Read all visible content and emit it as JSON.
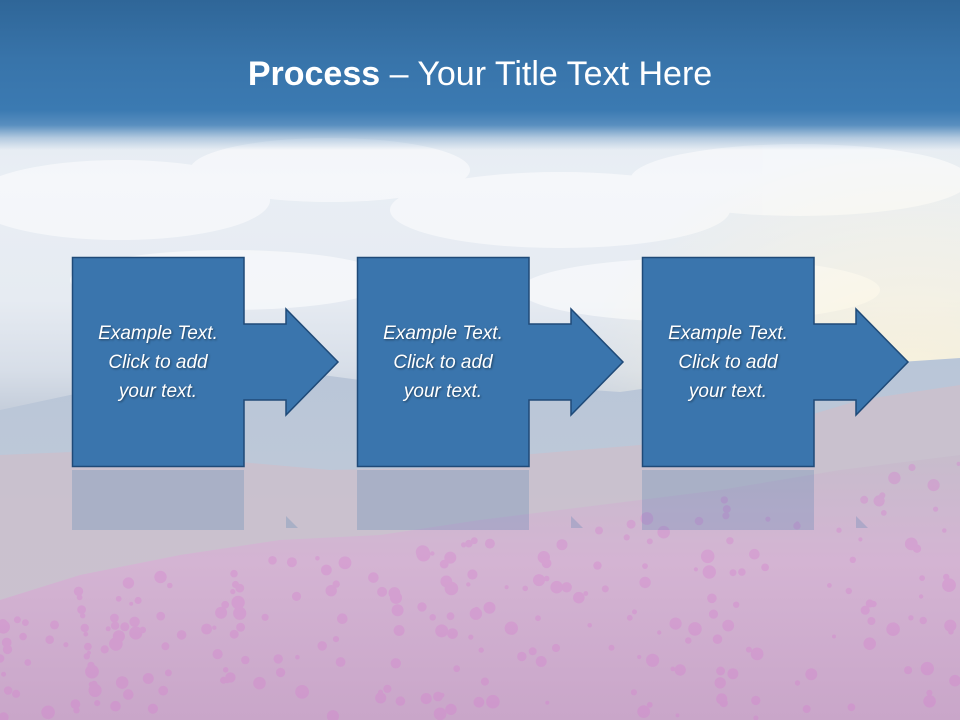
{
  "title": {
    "bold": "Process",
    "rest": " – Your Title Text Here"
  },
  "steps": [
    {
      "lines": [
        "Example Text.",
        "Click  to add",
        "your text."
      ]
    },
    {
      "lines": [
        "Example Text.",
        "Click  to add",
        "your text."
      ]
    },
    {
      "lines": [
        "Example Text.",
        "Click  to add",
        "your text."
      ]
    }
  ],
  "colors": {
    "title_bar": "#3874aa",
    "box_fill": "#3a75ad",
    "box_stroke": "#1f4a78",
    "flowers": "#d77fd0",
    "sky": "#e9eef4"
  }
}
